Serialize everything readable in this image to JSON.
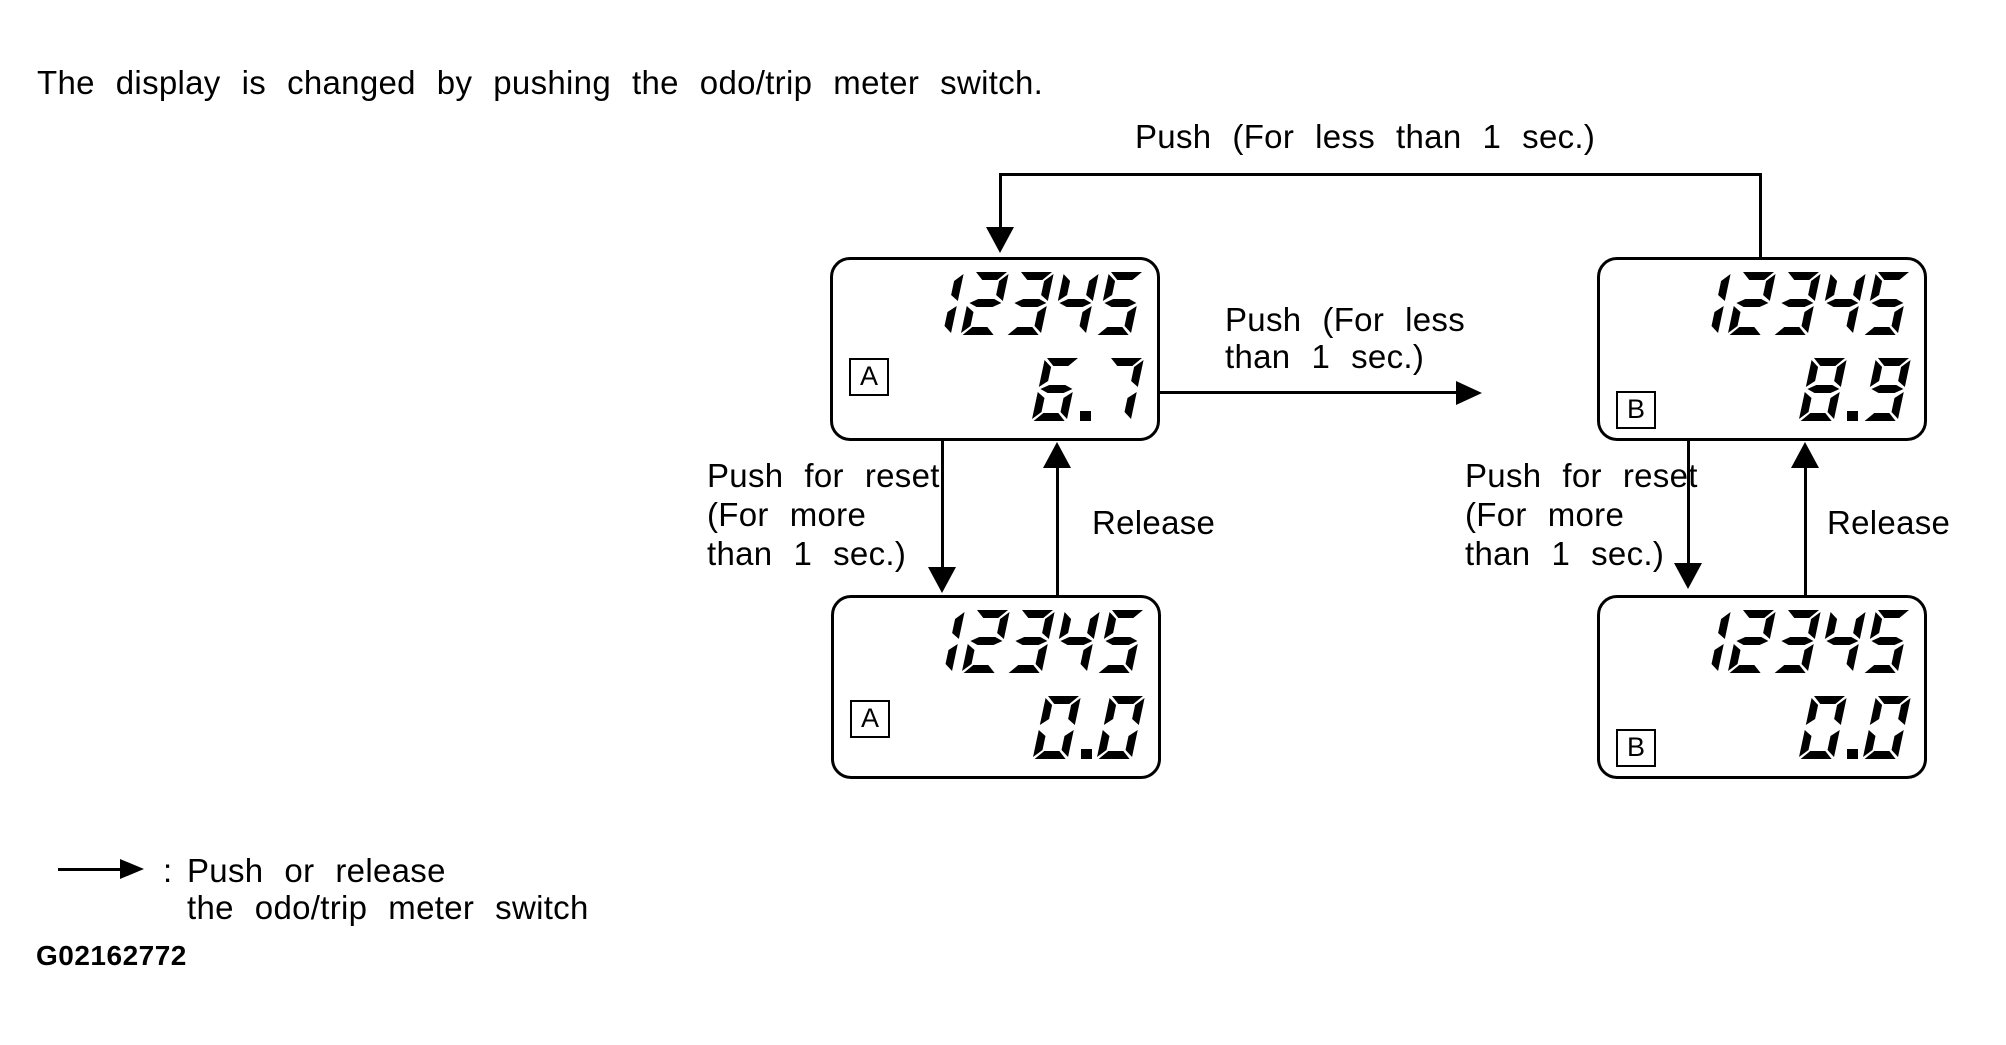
{
  "page": {
    "background": "#ffffff",
    "ink": "#000000"
  },
  "intro": "The display is changed by pushing the odo/trip meter switch.",
  "labels": {
    "push_short": "Push (For less than 1 sec.)",
    "push_short_l1": "Push (For less",
    "push_short_l2": "than 1 sec.)",
    "reset_l1": "Push for reset",
    "reset_l2": "(For more",
    "reset_l3": "than 1 sec.)",
    "release": "Release"
  },
  "displays": [
    {
      "name": "trip-a-current",
      "badge": "A",
      "odometer": "12345",
      "trip": "6.7"
    },
    {
      "name": "trip-b-current",
      "badge": "B",
      "odometer": "12345",
      "trip": "8.9"
    },
    {
      "name": "trip-a-reset",
      "badge": "A",
      "odometer": "12345",
      "trip": "0.0"
    },
    {
      "name": "trip-b-reset",
      "badge": "B",
      "odometer": "12345",
      "trip": "0.0"
    }
  ],
  "legend": {
    "colon": ":",
    "line1": "Push or release",
    "line2": "the odo/trip meter switch"
  },
  "figure_code": "G02162772"
}
